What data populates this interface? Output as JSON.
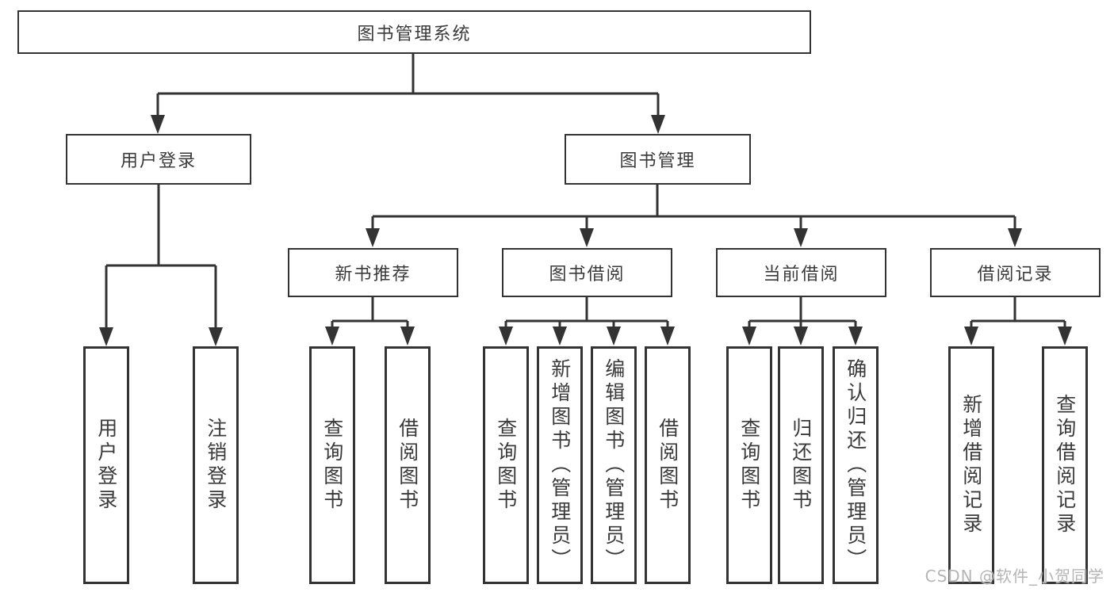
{
  "diagram": {
    "watermark": "CSDN @软件_小贺同学",
    "colors": {
      "line": "#333333",
      "box_border": "#333333",
      "box_background": "#ffffff",
      "text": "#3a3a3a",
      "watermark": "#b5b5b5",
      "background": "#ffffff"
    },
    "tree": {
      "label": "图书管理系统",
      "children": [
        {
          "label": "用户登录",
          "children": [
            {
              "label": "用户登录"
            },
            {
              "label": "注销登录"
            }
          ]
        },
        {
          "label": "图书管理",
          "children": [
            {
              "label": "新书推荐",
              "children": [
                {
                  "label": "查询图书"
                },
                {
                  "label": "借阅图书"
                }
              ]
            },
            {
              "label": "图书借阅",
              "children": [
                {
                  "label": "查询图书"
                },
                {
                  "label": "新增图书（管理员）"
                },
                {
                  "label": "编辑图书（管理员）"
                },
                {
                  "label": "借阅图书"
                }
              ]
            },
            {
              "label": "当前借阅",
              "children": [
                {
                  "label": "查询图书"
                },
                {
                  "label": "归还图书"
                },
                {
                  "label": "确认归还（管理员）"
                }
              ]
            },
            {
              "label": "借阅记录",
              "children": [
                {
                  "label": "新增借阅记录"
                },
                {
                  "label": "查询借阅记录"
                }
              ]
            }
          ]
        }
      ]
    }
  }
}
